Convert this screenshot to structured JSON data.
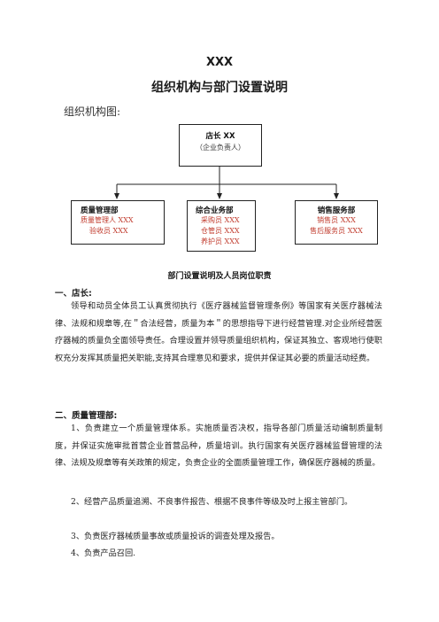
{
  "title": "XXX",
  "subtitle": "组织机构与部门设置说明",
  "org_label": "组织机构图:",
  "org_chart": {
    "top": {
      "head": "店长  XX",
      "sub": "（企业负责人）"
    },
    "left": {
      "head": "质量管理部",
      "lines": [
        "质量管理人  XXX",
        "验收员  XXX"
      ]
    },
    "middle": {
      "head": "综合业务部",
      "lines": [
        "采购员 XXX",
        "仓管员  XXX",
        "养护员  XXX"
      ]
    },
    "right": {
      "head": "销售服务部",
      "lines": [
        "销售员  XXX",
        "售后服务员  XXX"
      ]
    }
  },
  "section_title": "部门设置说明及人员岗位职责",
  "s1": {
    "heading": "一、店长:",
    "text": "领导和动员全体员工认真贯彻执行《医疗器械监督管理条例》等国家有关医疗器械法律、法规和规章等,在＂合法经营，质量为本＂的思想指导下进行经营管理.对企业所经营医疗器械的质量负全面领导责任。合理设置并领导质量组织机构，保证其独立、客观地行使职权充分发挥其质量把关职能,支持其合理意见和要求，提供并保证其必要的质量活动经费。"
  },
  "s2": {
    "heading": "二、质量管理部:",
    "p1": "1、负责建立一个质量管理体系。实施质量否决权，指导各部门质量活动编制质量制度，并保证实施审批首营企业首营品种，质量培训。执行国家有关医疗器械监督管理的法律、法规及规章等有关政策的规定，负责企业的全面质量管理工作，确保医疗器械的质量。",
    "p2": "2、经营产品质量追溯、不良事件报告、根据不良事件等级及时上报主管部门。",
    "p3": "3、负责医疗器械质量事故或质量投诉的调查处理及报告。",
    "p4": "4、负责产品召回."
  }
}
